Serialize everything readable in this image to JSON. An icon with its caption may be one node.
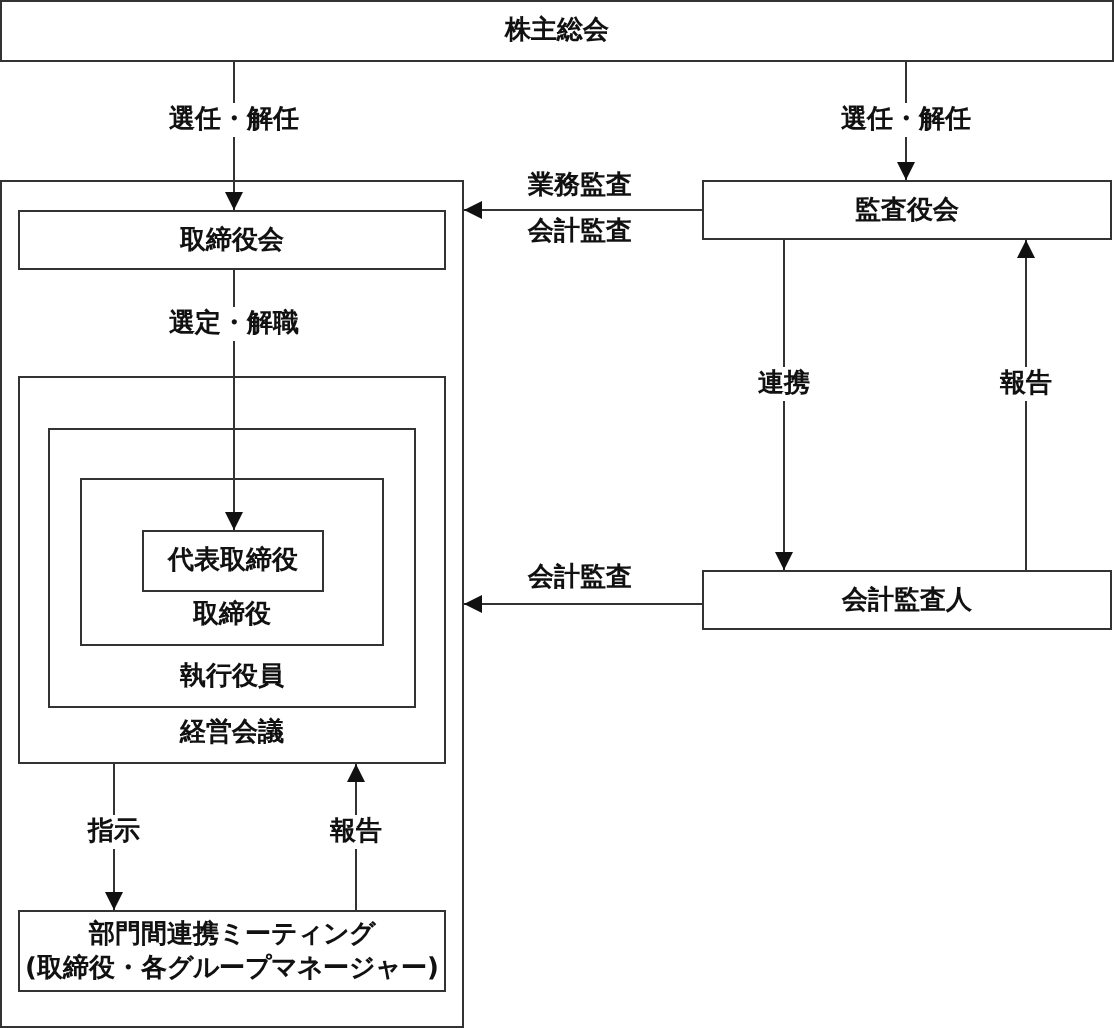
{
  "diagram": {
    "nodes": [
      {
        "text": [
          "株主総会"
        ]
      },
      {
        "text": [],
        "shape": "box"
      },
      {
        "text": [
          "取締役会"
        ],
        "in": 1
      },
      {
        "text": [
          "経営会議"
        ],
        "in": 1
      },
      {
        "text": [
          "執行役員"
        ],
        "in": 3
      },
      {
        "text": [
          "取締役"
        ],
        "in": 4
      },
      {
        "text": [
          "代表取締役"
        ],
        "in": 5
      },
      {
        "text": [
          "部門間連携ミーティング(取締役・各グループマネージャー)"
        ],
        "in": 1
      },
      {
        "text": [
          "監査役会"
        ]
      },
      {
        "text": [
          "会計監査人"
        ]
      }
    ],
    "edges": [
      {
        "from": 0,
        "to": 2,
        "arrow": "to",
        "label": "選任・解任"
      },
      {
        "from": 0,
        "to": 8,
        "arrow": "to",
        "label": "選任・解任"
      },
      {
        "from": 2,
        "to": 6,
        "arrow": "to",
        "label": "選定・解職"
      },
      {
        "from": 8,
        "to": 1,
        "arrow": "to",
        "label": "業務監査"
      },
      {
        "from": 8,
        "to": 9,
        "arrow": "to",
        "label": "連携"
      },
      {
        "from": 9,
        "to": 8,
        "arrow": "to",
        "label": "報告"
      },
      {
        "from": 9,
        "to": 1,
        "arrow": "to",
        "label": "会計監査"
      },
      {
        "from": 3,
        "to": 7,
        "arrow": "to",
        "label": "指示"
      },
      {
        "from": 7,
        "to": 3,
        "arrow": "to",
        "label": "報告"
      }
    ],
    "labels": [
      "会計監査"
    ]
  }
}
